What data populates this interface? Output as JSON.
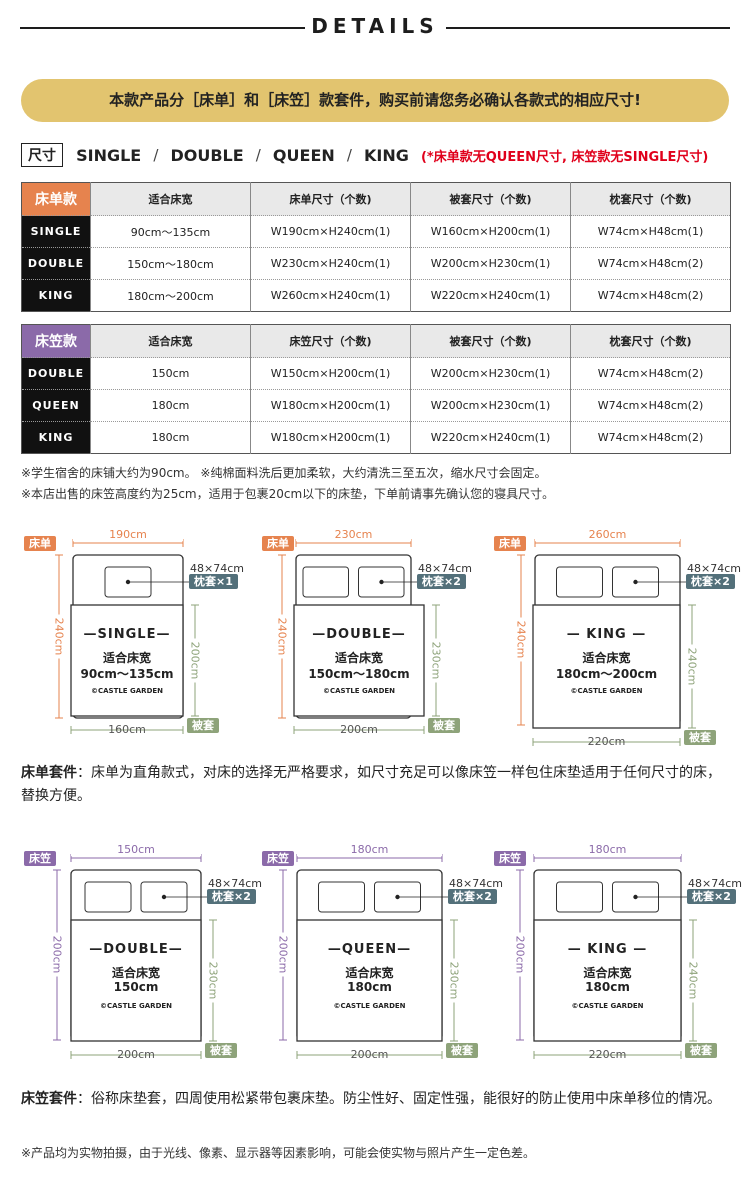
{
  "header": {
    "title": "DETAILS"
  },
  "banner": {
    "text": "本款产品分［床单］和［床笠］款套件，购买前请您务必确认各款式的相应尺寸!"
  },
  "sizes": {
    "label": "尺寸",
    "items": [
      "SINGLE",
      "DOUBLE",
      "QUEEN",
      "KING"
    ],
    "separator": "/",
    "warning": "(*床单款无QUEEN尺寸, 床笠款无SINGLE尺寸)"
  },
  "sheet_table": {
    "corner": "床单款",
    "headers": [
      "适合床宽",
      "床单尺寸（个数)",
      "被套尺寸（个数)",
      "枕套尺寸（个数)"
    ],
    "rows": [
      {
        "label": "SINGLE",
        "cells": [
          "90cm～135cm",
          "W190cm×H240cm(1)",
          "W160cm×H200cm(1)",
          "W74cm×H48cm(1)"
        ]
      },
      {
        "label": "DOUBLE",
        "cells": [
          "150cm～180cm",
          "W230cm×H240cm(1)",
          "W200cm×H230cm(1)",
          "W74cm×H48cm(2)"
        ]
      },
      {
        "label": "KING",
        "cells": [
          "180cm～200cm",
          "W260cm×H240cm(1)",
          "W220cm×H240cm(1)",
          "W74cm×H48cm(2)"
        ]
      }
    ]
  },
  "fitted_table": {
    "corner": "床笠款",
    "headers": [
      "适合床宽",
      "床笠尺寸（个数)",
      "被套尺寸（个数)",
      "枕套尺寸（个数)"
    ],
    "rows": [
      {
        "label": "DOUBLE",
        "cells": [
          "150cm",
          "W150cm×H200cm(1)",
          "W200cm×H230cm(1)",
          "W74cm×H48cm(2)"
        ]
      },
      {
        "label": "QUEEN",
        "cells": [
          "180cm",
          "W180cm×H200cm(1)",
          "W200cm×H230cm(1)",
          "W74cm×H48cm(2)"
        ]
      },
      {
        "label": "KING",
        "cells": [
          "180cm",
          "W180cm×H200cm(1)",
          "W220cm×H240cm(1)",
          "W74cm×H48cm(2)"
        ]
      }
    ]
  },
  "notes": [
    "※学生宿舍的床铺大约为90cm。 ※纯棉面料洗后更加柔软，大约清洗三至五次，缩水尺寸会固定。",
    "※本店出售的床笠高度约为25cm，适用于包裹20cm以下的床垫，下单前请事先确认您的寝具尺寸。"
  ],
  "sheet_diagrams": [
    {
      "tag": "床单",
      "sheet_w": "190cm",
      "sheet_h": "240cm",
      "pillow": "48×74cm",
      "pillow_tag": "枕套×1",
      "pillows": 1,
      "size_name": "—SINGLE—",
      "fit_label": "适合床宽",
      "fit_range": "90cm～135cm",
      "brand": "©CASTLE GARDEN",
      "duvet_w": "160cm",
      "duvet_h": "200cm",
      "duvet_tag": "被套"
    },
    {
      "tag": "床单",
      "sheet_w": "230cm",
      "sheet_h": "240cm",
      "pillow": "48×74cm",
      "pillow_tag": "枕套×2",
      "pillows": 2,
      "size_name": "—DOUBLE—",
      "fit_label": "适合床宽",
      "fit_range": "150cm～180cm",
      "brand": "©CASTLE GARDEN",
      "duvet_w": "200cm",
      "duvet_h": "230cm",
      "duvet_tag": "被套"
    },
    {
      "tag": "床单",
      "sheet_w": "260cm",
      "sheet_h": "240cm",
      "pillow": "48×74cm",
      "pillow_tag": "枕套×2",
      "pillows": 2,
      "size_name": "— KING —",
      "fit_label": "适合床宽",
      "fit_range": "180cm～200cm",
      "brand": "©CASTLE GARDEN",
      "duvet_w": "220cm",
      "duvet_h": "240cm",
      "duvet_tag": "被套"
    }
  ],
  "sheet_desc": {
    "title": "床单套件",
    "text": "：床单为直角款式，对床的选择无严格要求，如尺寸充足可以像床笠一样包住床垫适用于任何尺寸的床，替换方便。"
  },
  "fitted_diagrams": [
    {
      "tag": "床笠",
      "sheet_w": "150cm",
      "sheet_h": "200cm",
      "pillow": "48×74cm",
      "pillow_tag": "枕套×2",
      "pillows": 2,
      "size_name": "—DOUBLE—",
      "fit_label": "适合床宽",
      "fit_range": "150cm",
      "brand": "©CASTLE GARDEN",
      "duvet_w": "200cm",
      "duvet_h": "230cm",
      "duvet_tag": "被套"
    },
    {
      "tag": "床笠",
      "sheet_w": "180cm",
      "sheet_h": "200cm",
      "pillow": "48×74cm",
      "pillow_tag": "枕套×2",
      "pillows": 2,
      "size_name": "—QUEEN—",
      "fit_label": "适合床宽",
      "fit_range": "180cm",
      "brand": "©CASTLE GARDEN",
      "duvet_w": "200cm",
      "duvet_h": "230cm",
      "duvet_tag": "被套"
    },
    {
      "tag": "床笠",
      "sheet_w": "180cm",
      "sheet_h": "200cm",
      "pillow": "48×74cm",
      "pillow_tag": "枕套×2",
      "pillows": 2,
      "size_name": "— KING —",
      "fit_label": "适合床宽",
      "fit_range": "180cm",
      "brand": "©CASTLE GARDEN",
      "duvet_w": "220cm",
      "duvet_h": "240cm",
      "duvet_tag": "被套"
    }
  ],
  "fitted_desc": {
    "title": "床笠套件",
    "text": "：俗称床垫套，四周使用松紧带包裹床垫。防尘性好、固定性强，能很好的防止使用中床单移位的情况。"
  },
  "footer_note": "※产品均为实物拍摄，由于光线、像素、显示器等因素影响，可能会使实物与照片产生一定色差。",
  "colors": {
    "banner": "#e2c46f",
    "sheet_accent": "#e6834e",
    "fitted_accent": "#8b6aa9",
    "duvet_tag": "#8ea37a",
    "pillow_tag": "#53707a",
    "warning": "#e0001b"
  }
}
